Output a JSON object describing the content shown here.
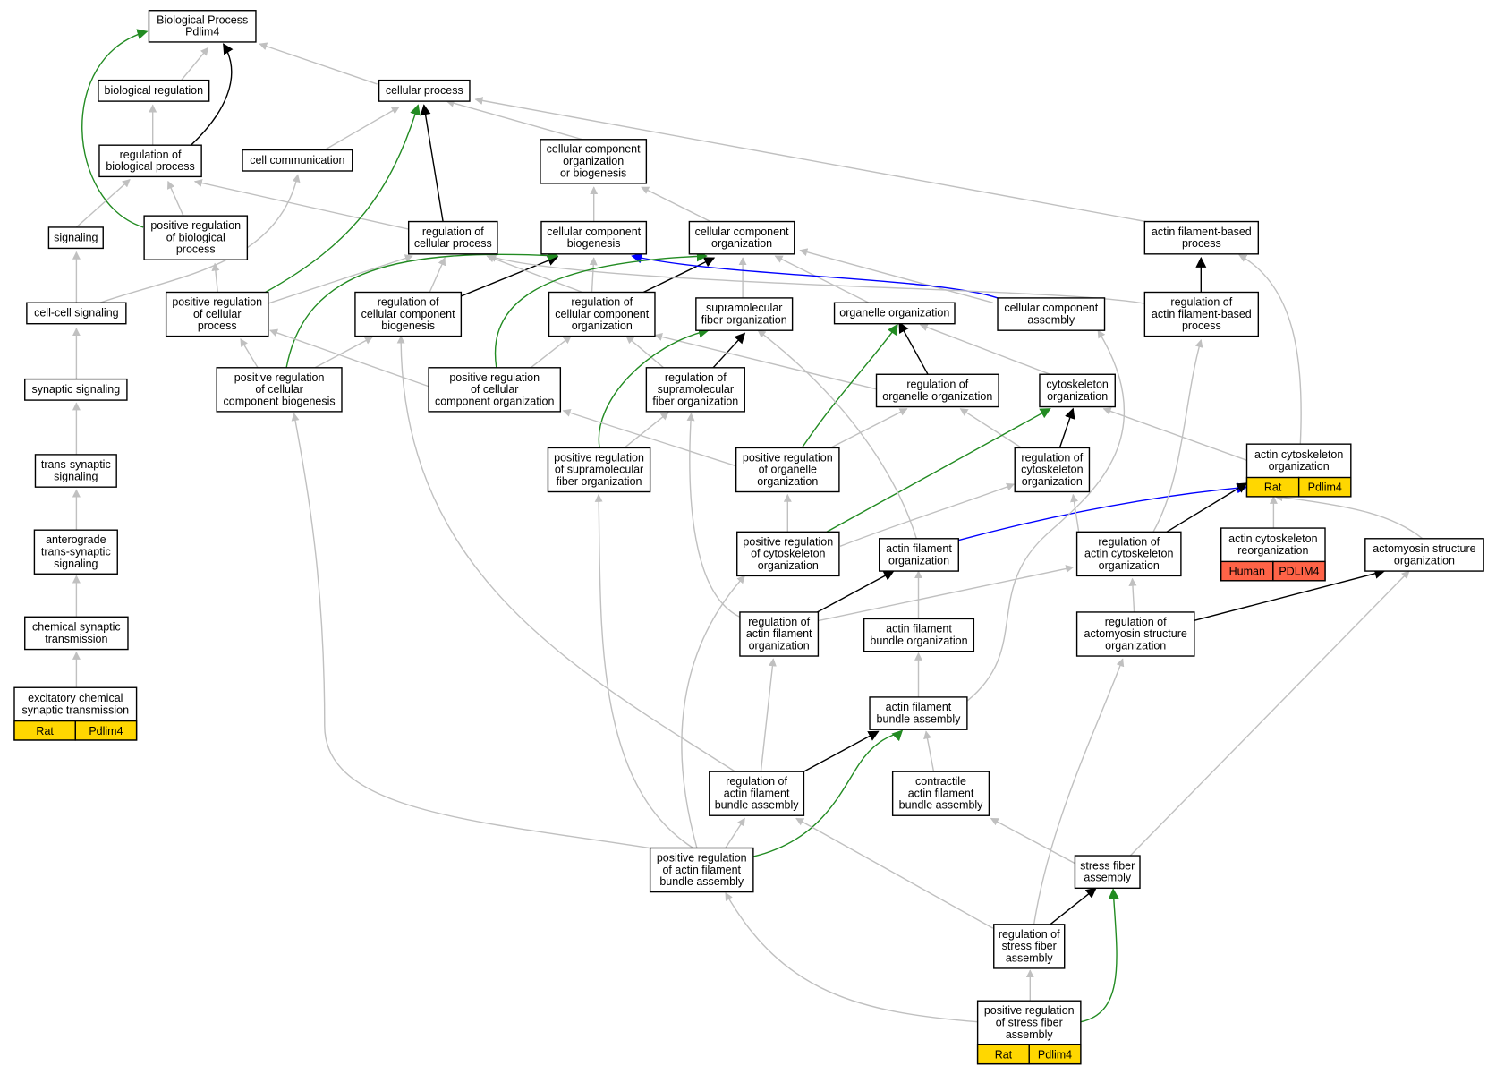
{
  "colors": {
    "is_a": "#c0c0c0",
    "part_of": "#000000",
    "positively_regulates": "#228b22",
    "has_part": "#0000ff",
    "rat_badge": "#ffd700",
    "human_badge": "#ff6347"
  },
  "nodes": [
    {
      "id": "bp",
      "lines": [
        "Biological Process",
        "Pdlim4"
      ]
    },
    {
      "id": "bioreg",
      "lines": [
        "biological regulation"
      ]
    },
    {
      "id": "cellproc",
      "lines": [
        "cellular process"
      ]
    },
    {
      "id": "regbio",
      "lines": [
        "regulation of",
        "biological process"
      ]
    },
    {
      "id": "cellcomm",
      "lines": [
        "cell communication"
      ]
    },
    {
      "id": "ccob",
      "lines": [
        "cellular component",
        "organization",
        "or biogenesis"
      ]
    },
    {
      "id": "signaling",
      "lines": [
        "signaling"
      ]
    },
    {
      "id": "posregbio",
      "lines": [
        "positive regulation",
        "of biological",
        "process"
      ]
    },
    {
      "id": "regcell",
      "lines": [
        "regulation of",
        "cellular process"
      ]
    },
    {
      "id": "ccbio",
      "lines": [
        "cellular component",
        "biogenesis"
      ]
    },
    {
      "id": "ccorg",
      "lines": [
        "cellular component",
        "organization"
      ]
    },
    {
      "id": "afbp",
      "lines": [
        "actin filament-based",
        "process"
      ]
    },
    {
      "id": "cellcell",
      "lines": [
        "cell-cell signaling"
      ]
    },
    {
      "id": "posregcell",
      "lines": [
        "positive regulation",
        "of cellular",
        "process"
      ]
    },
    {
      "id": "regccbio",
      "lines": [
        "regulation of",
        "cellular component",
        "biogenesis"
      ]
    },
    {
      "id": "regccorg",
      "lines": [
        "regulation of",
        "cellular component",
        "organization"
      ]
    },
    {
      "id": "smfo",
      "lines": [
        "supramolecular",
        "fiber organization"
      ]
    },
    {
      "id": "orgorg",
      "lines": [
        "organelle organization"
      ]
    },
    {
      "id": "ccasm",
      "lines": [
        "cellular component",
        "assembly"
      ]
    },
    {
      "id": "regafbp",
      "lines": [
        "regulation of",
        "actin filament-based",
        "process"
      ]
    },
    {
      "id": "synsig",
      "lines": [
        "synaptic signaling"
      ]
    },
    {
      "id": "posregccbio",
      "lines": [
        "positive regulation",
        "of cellular",
        "component biogenesis"
      ]
    },
    {
      "id": "posregccorg",
      "lines": [
        "positive regulation",
        "of cellular",
        "component organization"
      ]
    },
    {
      "id": "regsmfo",
      "lines": [
        "regulation of",
        "supramolecular",
        "fiber organization"
      ]
    },
    {
      "id": "regorgorg",
      "lines": [
        "regulation of",
        "organelle organization"
      ]
    },
    {
      "id": "cytoorg",
      "lines": [
        "cytoskeleton",
        "organization"
      ]
    },
    {
      "id": "transsyn",
      "lines": [
        "trans-synaptic",
        "signaling"
      ]
    },
    {
      "id": "posregsmfo",
      "lines": [
        "positive regulation",
        "of supramolecular",
        "fiber organization"
      ]
    },
    {
      "id": "posregorg",
      "lines": [
        "positive regulation",
        "of organelle",
        "organization"
      ]
    },
    {
      "id": "regcyto",
      "lines": [
        "regulation of",
        "cytoskeleton",
        "organization"
      ]
    },
    {
      "id": "actcytoorg",
      "lines": [
        "actin cytoskeleton",
        "organization"
      ],
      "badges": [
        "Rat",
        "Pdlim4"
      ],
      "badge_color": "rat_badge"
    },
    {
      "id": "antero",
      "lines": [
        "anterograde",
        "trans-synaptic",
        "signaling"
      ]
    },
    {
      "id": "posregcyto",
      "lines": [
        "positive regulation",
        "of cytoskeleton",
        "organization"
      ]
    },
    {
      "id": "afo",
      "lines": [
        "actin filament",
        "organization"
      ]
    },
    {
      "id": "regactcyto",
      "lines": [
        "regulation of",
        "actin cytoskeleton",
        "organization"
      ]
    },
    {
      "id": "actcytoreorg",
      "lines": [
        "actin cytoskeleton",
        "reorganization"
      ],
      "badges": [
        "Human",
        "PDLIM4"
      ],
      "badge_color": "human_badge"
    },
    {
      "id": "amso",
      "lines": [
        "actomyosin structure",
        "organization"
      ]
    },
    {
      "id": "chemsyn",
      "lines": [
        "chemical synaptic",
        "transmission"
      ]
    },
    {
      "id": "regafo",
      "lines": [
        "regulation of",
        "actin filament",
        "organization"
      ]
    },
    {
      "id": "afbo",
      "lines": [
        "actin filament",
        "bundle organization"
      ]
    },
    {
      "id": "regamso",
      "lines": [
        "regulation of",
        "actomyosin structure",
        "organization"
      ]
    },
    {
      "id": "excit",
      "lines": [
        "excitatory chemical",
        "synaptic transmission"
      ],
      "badges": [
        "Rat",
        "Pdlim4"
      ],
      "badge_color": "rat_badge"
    },
    {
      "id": "afba",
      "lines": [
        "actin filament",
        "bundle assembly"
      ]
    },
    {
      "id": "regafba",
      "lines": [
        "regulation of",
        "actin filament",
        "bundle assembly"
      ]
    },
    {
      "id": "contract",
      "lines": [
        "contractile",
        "actin filament",
        "bundle assembly"
      ]
    },
    {
      "id": "posregafba",
      "lines": [
        "positive regulation",
        "of actin filament",
        "bundle assembly"
      ]
    },
    {
      "id": "sfa",
      "lines": [
        "stress fiber",
        "assembly"
      ]
    },
    {
      "id": "regsfa",
      "lines": [
        "regulation of",
        "stress fiber",
        "assembly"
      ]
    },
    {
      "id": "posregsfa",
      "lines": [
        "positive regulation",
        "of stress fiber",
        "assembly"
      ],
      "badges": [
        "Rat",
        "Pdlim4"
      ],
      "badge_color": "rat_badge"
    }
  ]
}
